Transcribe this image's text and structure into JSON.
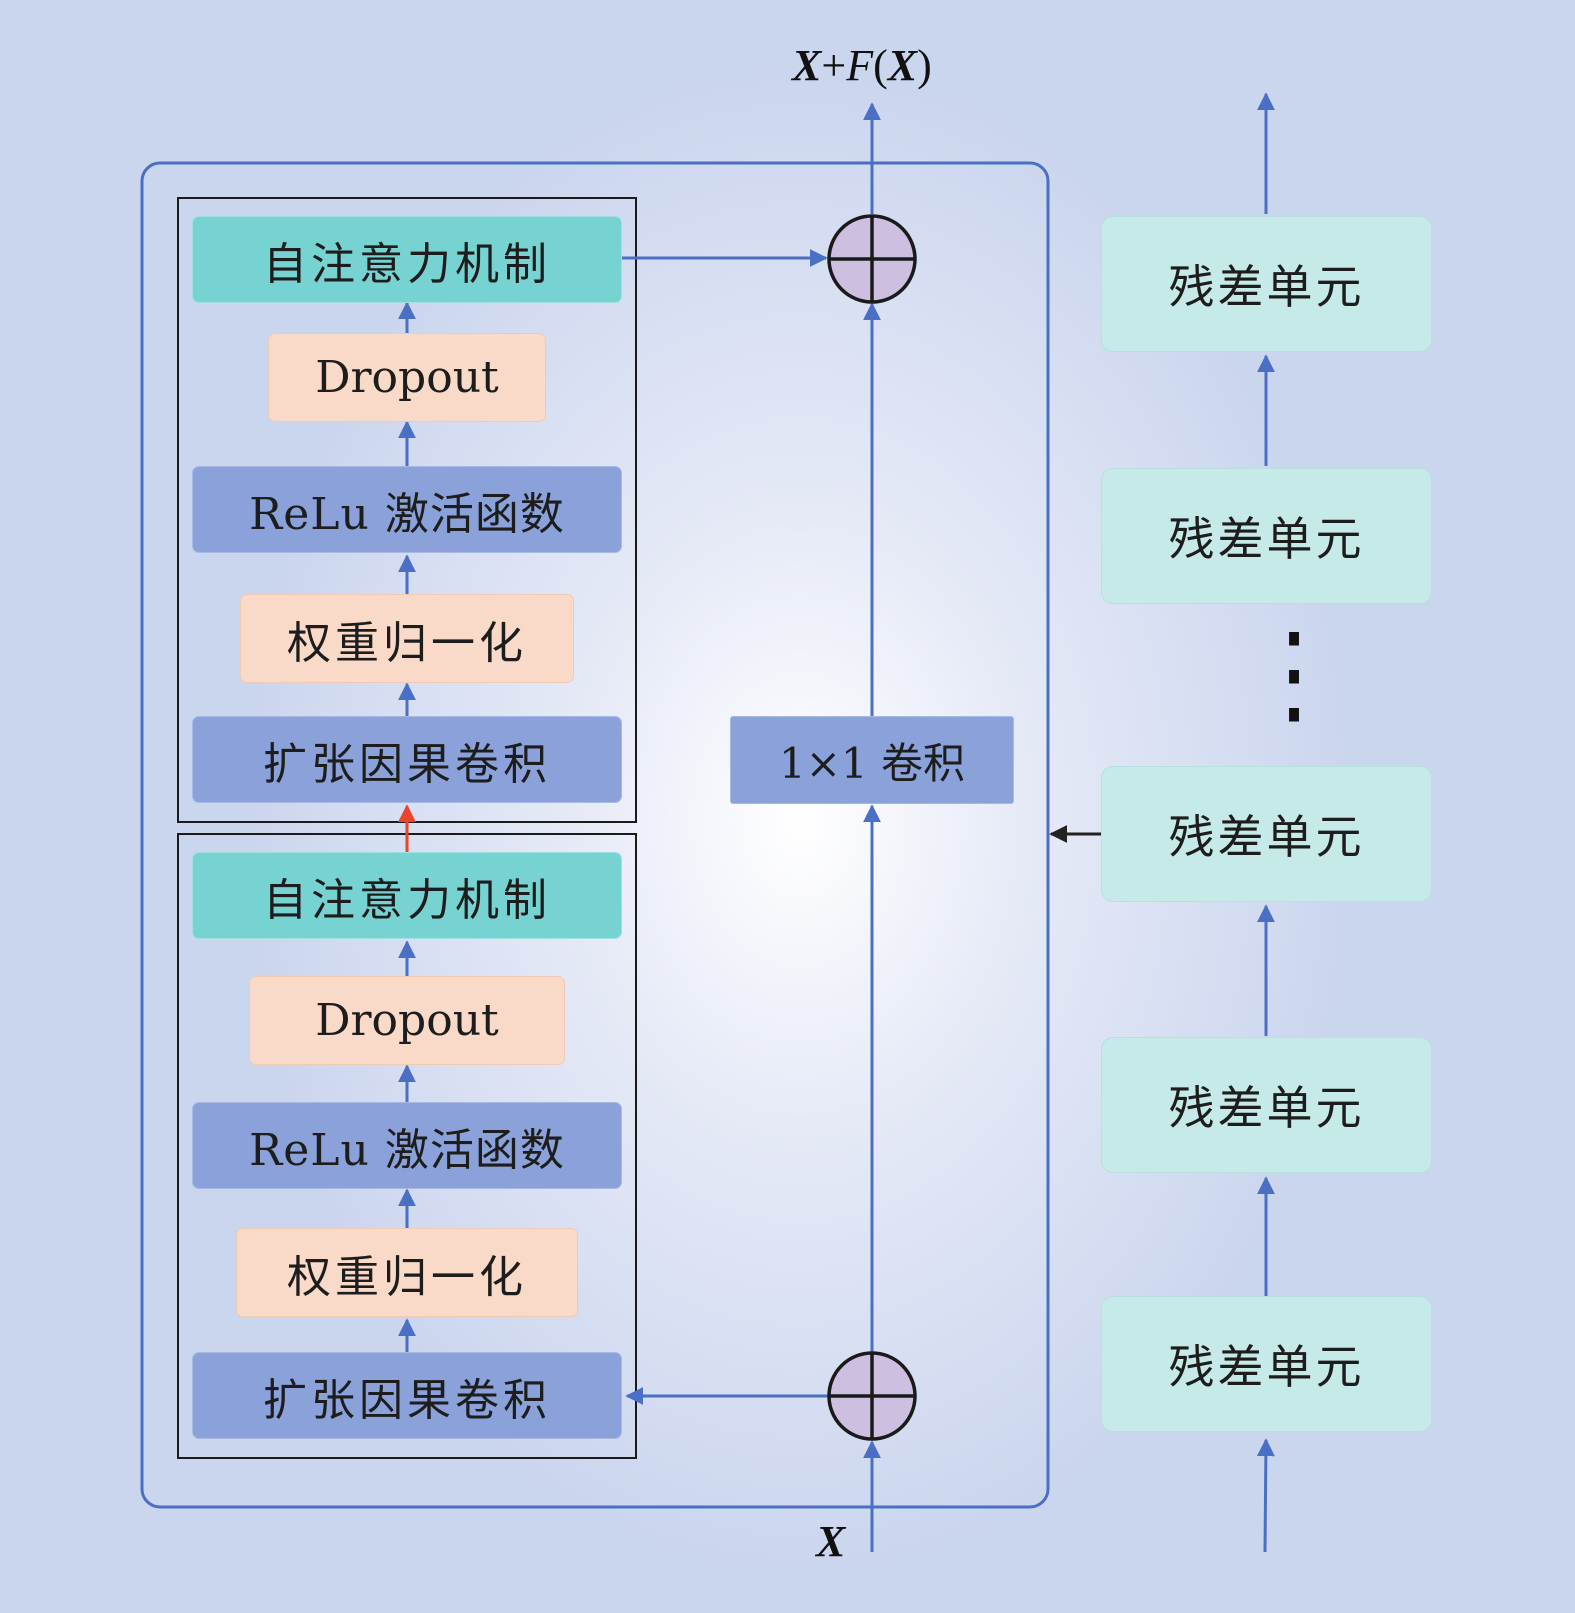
{
  "block_top": {
    "attention": "自注意力机制",
    "dropout": "Dropout",
    "activation": "ReLu 激活函数",
    "weight_norm": "权重归一化",
    "dilated_conv": "扩张因果卷积"
  },
  "block_bottom": {
    "attention": "自注意力机制",
    "dropout": "Dropout",
    "activation": "ReLu 激活函数",
    "weight_norm": "权重归一化",
    "dilated_conv": "扩张因果卷积"
  },
  "shortcut": {
    "conv_label": "1×1 卷积"
  },
  "io": {
    "output_x": "X",
    "output_plus": "+",
    "output_f": "F",
    "output_lparen": "(",
    "output_x2": "X",
    "output_rparen": ")",
    "input_label": "X"
  },
  "residual_stack": {
    "units": [
      "残差单元",
      "残差单元",
      "残差单元",
      "残差单元",
      "残差单元"
    ],
    "ellipsis": "⋮"
  },
  "colors": {
    "line_blue": "#4a6fc4",
    "highlight_arrow": "#e8452c",
    "attention_fill": "#76d3d2",
    "conv_fill": "#8aa1d9",
    "dropout_fill": "#f9d9c7",
    "residual_fill": "#c6eae8",
    "adder_fill": "#cdbfe0"
  }
}
